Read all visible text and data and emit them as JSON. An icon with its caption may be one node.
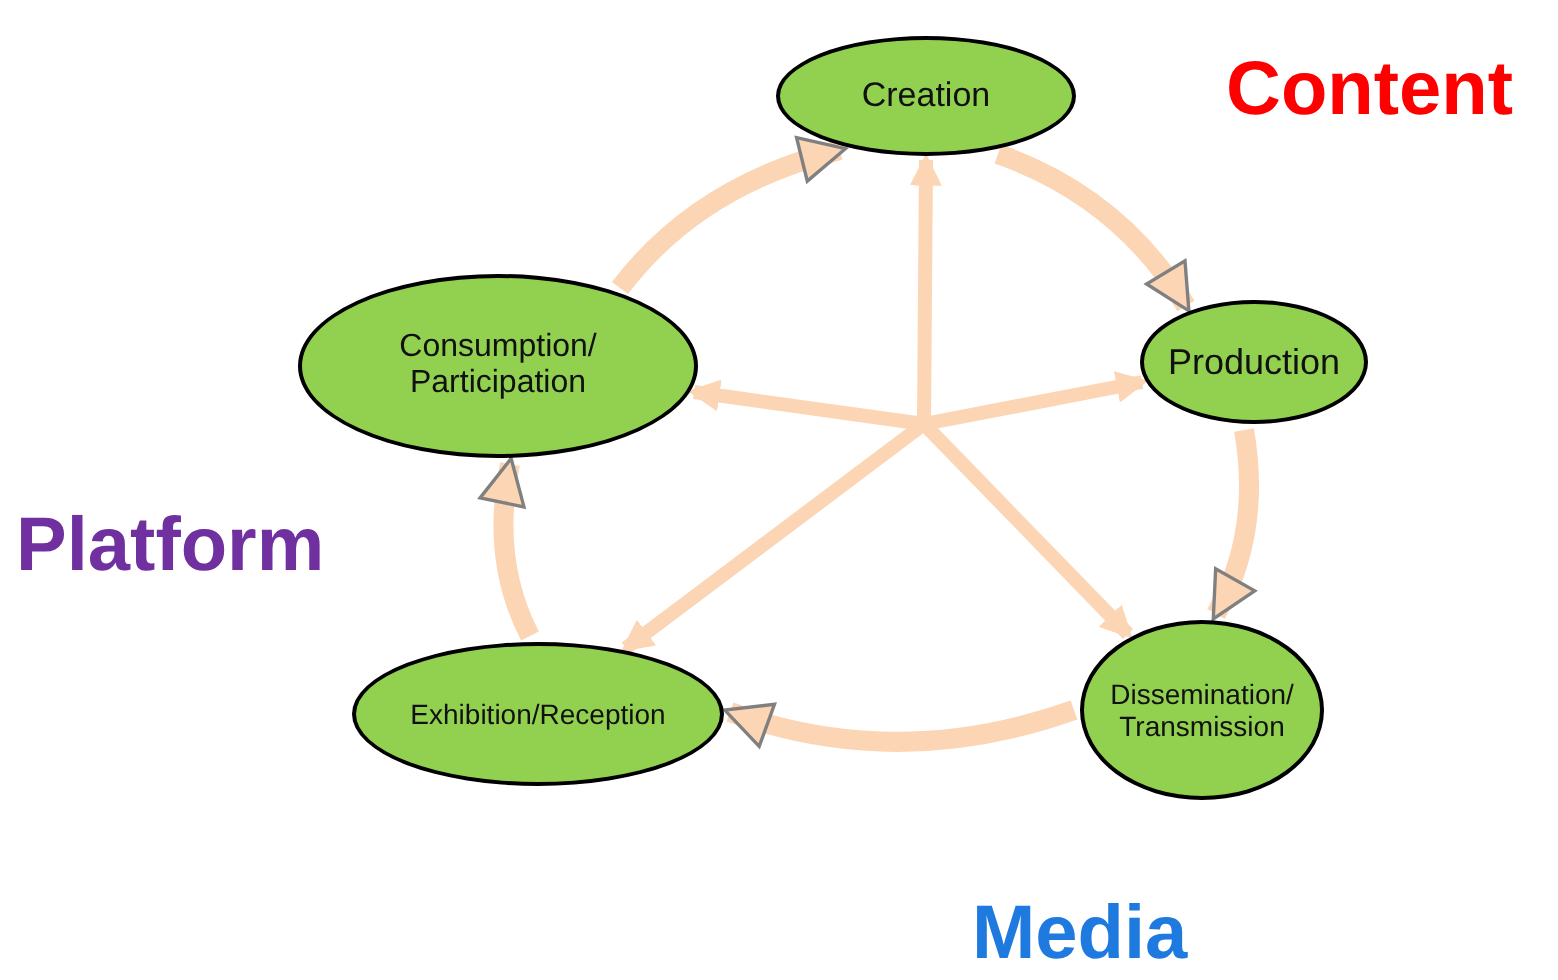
{
  "diagram": {
    "nodes": [
      {
        "text": [
          "Creation"
        ]
      },
      {
        "text": [
          "Production"
        ]
      },
      {
        "text": [
          "Dissemination/ Transmission"
        ]
      },
      {
        "text": [
          "Exhibition/Reception"
        ]
      },
      {
        "text": [
          "Consumption/ Participation"
        ]
      }
    ],
    "edges": [
      {
        "from": 0,
        "to": 1,
        "arrow": "to"
      },
      {
        "from": 1,
        "to": 2,
        "arrow": "to"
      },
      {
        "from": 2,
        "to": 3,
        "arrow": "to"
      },
      {
        "from": 3,
        "to": 4,
        "arrow": "to"
      },
      {
        "from": 4,
        "to": 0,
        "arrow": "to"
      },
      {
        "from": null,
        "to": 0,
        "arrow": "to"
      },
      {
        "from": null,
        "to": 1,
        "arrow": "to"
      },
      {
        "from": null,
        "to": 2,
        "arrow": "to"
      },
      {
        "from": null,
        "to": 3,
        "arrow": "to"
      },
      {
        "from": null,
        "to": 4,
        "arrow": "to"
      }
    ],
    "labels": [
      "Content",
      "Platform",
      "Media"
    ]
  }
}
